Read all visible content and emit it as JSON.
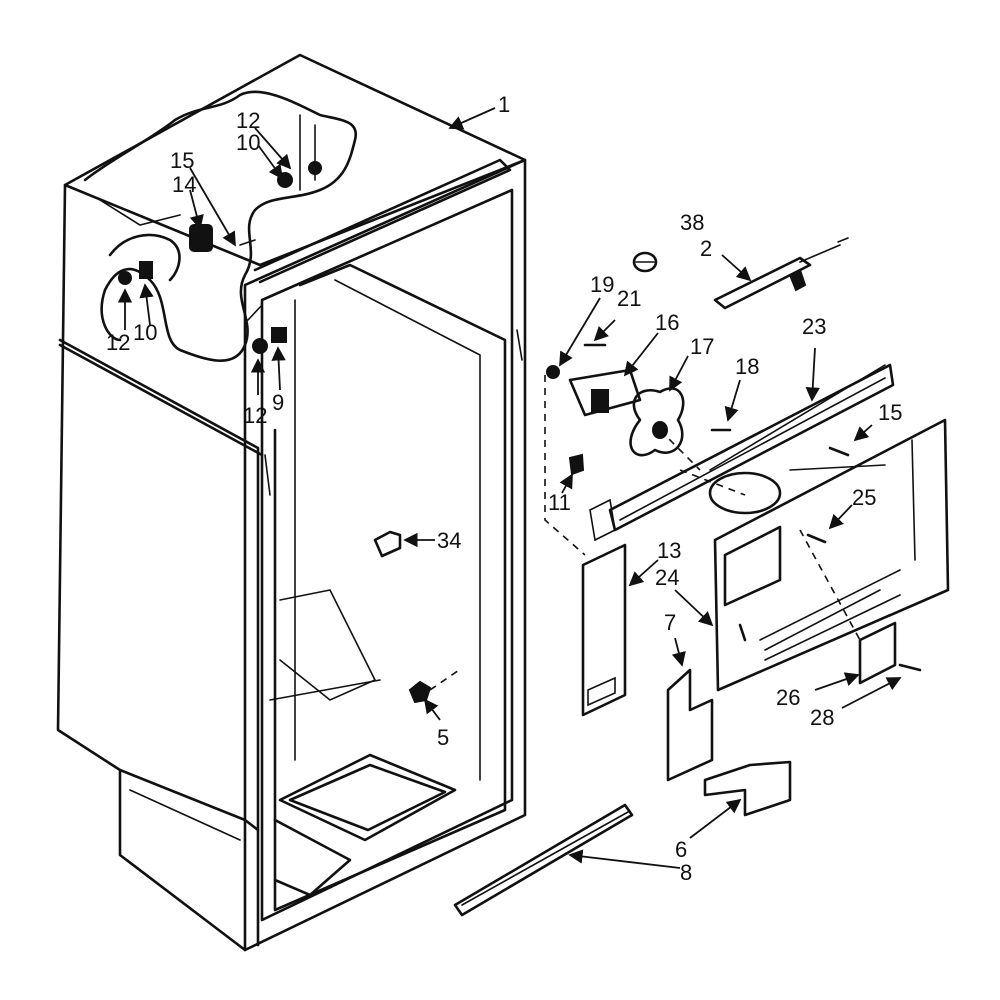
{
  "callouts": [
    "1",
    "2",
    "38",
    "19",
    "21",
    "16",
    "17",
    "18",
    "23",
    "15",
    "11",
    "25",
    "13",
    "24",
    "7",
    "26",
    "28",
    "6",
    "8",
    "34",
    "5",
    "12",
    "10",
    "15",
    "14",
    "10",
    "12",
    "9",
    "12"
  ],
  "colors": {
    "ink": "#111111",
    "paper": "#ffffff"
  }
}
